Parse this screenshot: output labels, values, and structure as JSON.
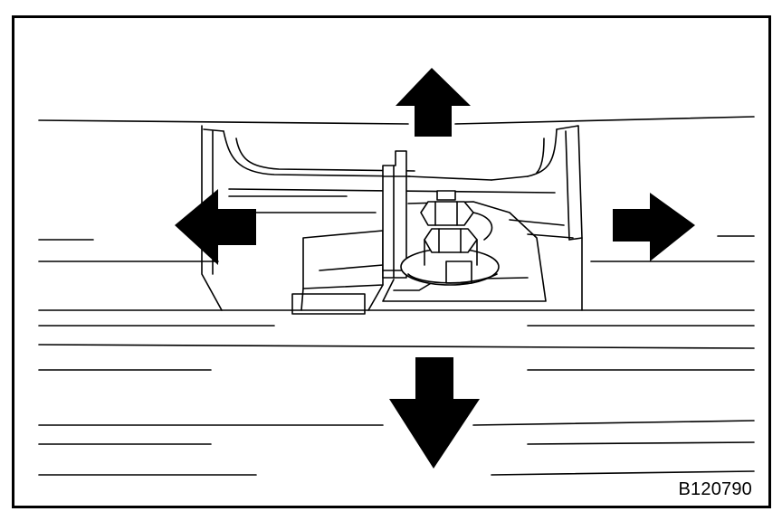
{
  "figure": {
    "code": "B120790",
    "colors": {
      "line": "#000000",
      "background": "#ffffff",
      "arrow": "#000000"
    },
    "arrows": [
      "up",
      "left",
      "right",
      "down"
    ]
  }
}
